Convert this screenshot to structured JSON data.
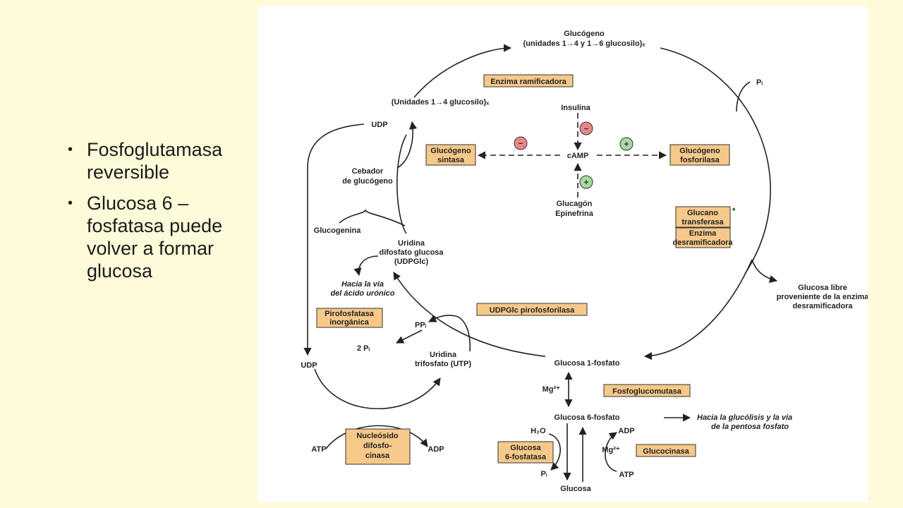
{
  "bullets": [
    {
      "text": "Fosfoglutamasa reversible"
    },
    {
      "text": "Glucosa 6 – fosfatasa puede volver a formar glucosa"
    }
  ],
  "metabolites": {
    "glucogeno": "Glucógeno",
    "glucogeno_units": "(unidades 1→4 y 1→6 glucosilo)ₓ",
    "unidades14": "(Unidades 1→4 glucosilo)ₓ",
    "pi_top": "Pᵢ",
    "udp_top": "UDP",
    "cebador": [
      "Cebador",
      "de glucógeno"
    ],
    "glucogenina": "Glucogenina",
    "udpglc": [
      "Uridina",
      "difosfato glucosa",
      "(UDPGlc)"
    ],
    "acido": [
      "Hacia la vía",
      "del ácido urónico"
    ],
    "ppi": "PPᵢ",
    "two_pi": "2 Pᵢ",
    "utp": [
      "Uridina",
      "trifosfato (UTP)"
    ],
    "udp_bottom": "UDP",
    "atp_left": "ATP",
    "adp_left": "ADP",
    "g1p": "Glucosa 1-fosfato",
    "mg1": "Mg²⁺",
    "g6p": "Glucosa 6-fosfato",
    "glycolysis": [
      "Hacia la glucólisis y la vía",
      "de la pentosa fosfato"
    ],
    "h2o": "H₂O",
    "adp_right": "ADP",
    "mg2": "Mg²⁺",
    "atp_right": "ATP",
    "pi_bottom": "Pᵢ",
    "glucosa": "Glucosa",
    "glucosa_libre": [
      "Glucosa libre",
      "proveniente de la enzima",
      "desramificadora"
    ],
    "insulina": "Insulina",
    "camp": "cAMP",
    "glucagon": [
      "Glucagón",
      "Epinefrina"
    ],
    "asterisk": "*"
  },
  "enzymes": {
    "ramificadora": "Enzima ramificadora",
    "sintasa": [
      "Glucógeno",
      "sintasa"
    ],
    "fosforilasa": [
      "Glucógeno",
      "fosforilasa"
    ],
    "glucano": [
      "Glucano",
      "transferasa"
    ],
    "desram": [
      "Enzima",
      "desramificadora"
    ],
    "udpglc_pir": "UDPGlc pirofosforilasa",
    "pirofosfatasa": [
      "Pirofosfatasa",
      "inorgánica"
    ],
    "nucleosido": [
      "Nucleósido",
      "difosfo-",
      "cinasa"
    ],
    "fosfoglucomutasa": "Fosfoglucomutasa",
    "g6fosfatasa": [
      "Glucosa",
      "6-fosfatasa"
    ],
    "glucocinasa": "Glucocinasa"
  },
  "signs": {
    "minus": "−",
    "plus": "+"
  },
  "colors": {
    "enzyme_fill": "#f6c98a",
    "minus": "#e8868a",
    "plus": "#a7d8a0",
    "background": "#fdfbd9"
  }
}
